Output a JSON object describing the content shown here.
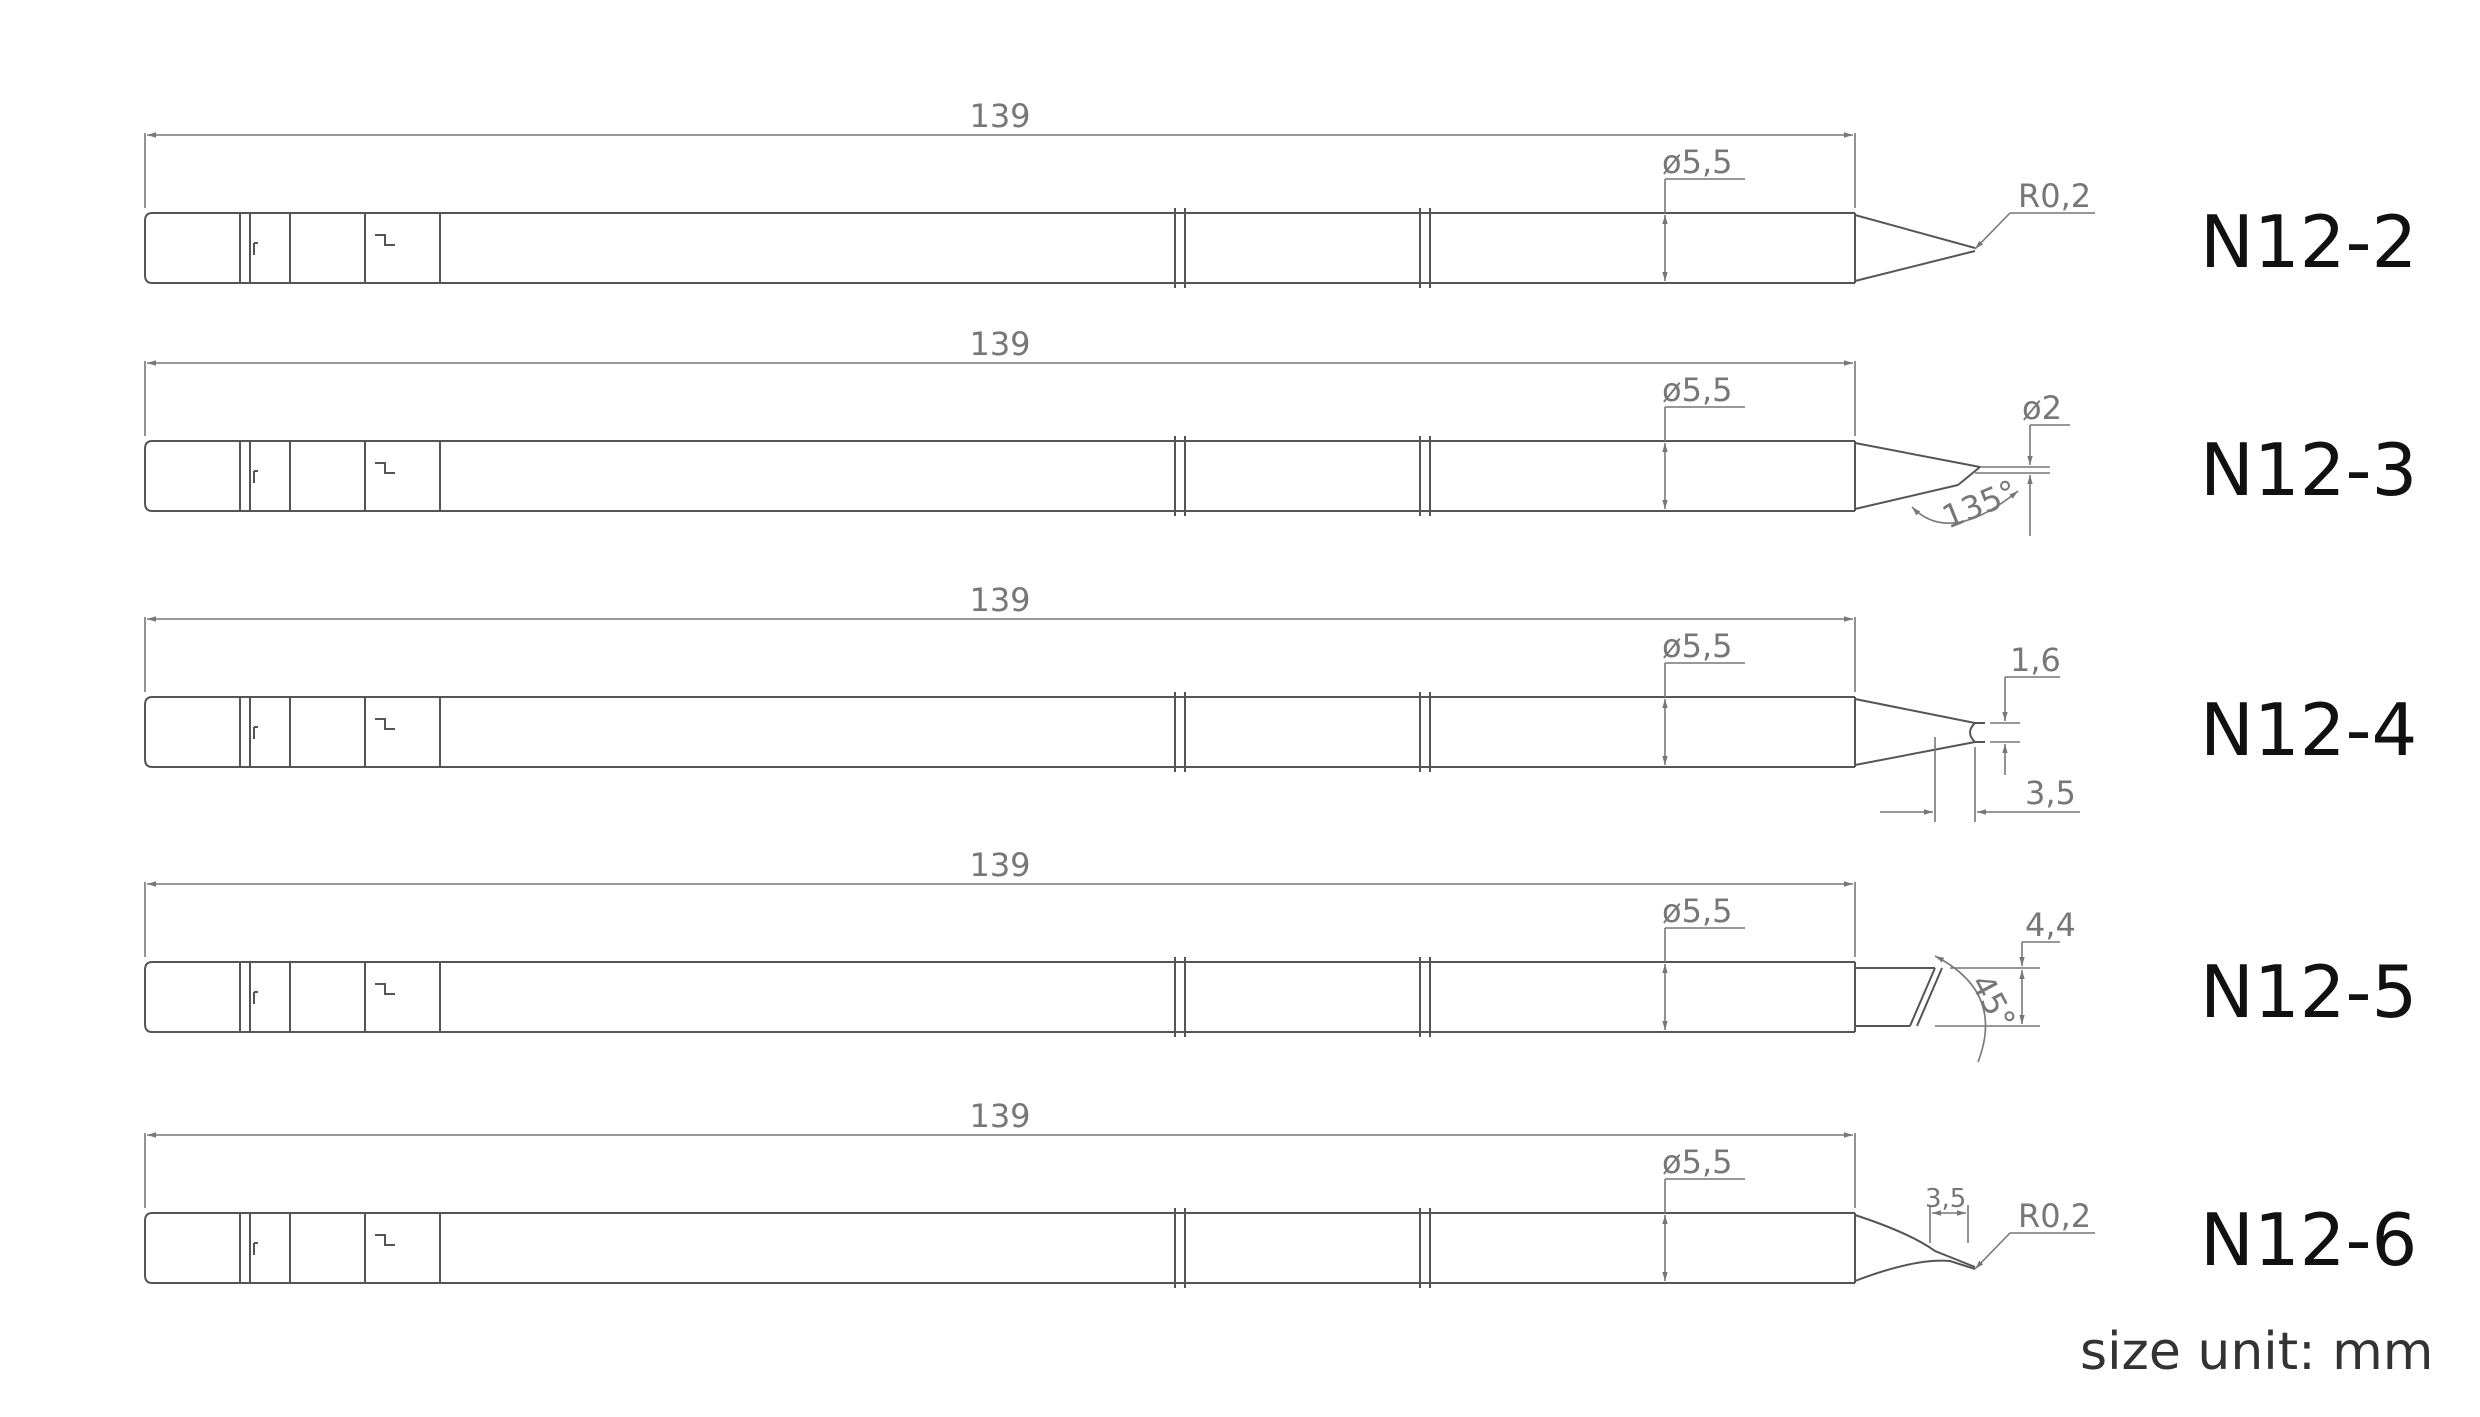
{
  "tips": [
    {
      "label": "N12-2",
      "length": "139",
      "diameter": "ø5,5",
      "tip": "conical",
      "tip_dims": [
        "R0,2"
      ]
    },
    {
      "label": "N12-3",
      "length": "139",
      "diameter": "ø5,5",
      "tip": "chisel-135",
      "tip_dims": [
        "ø2",
        "135°"
      ]
    },
    {
      "label": "N12-4",
      "length": "139",
      "diameter": "ø5,5",
      "tip": "chisel-flat",
      "tip_dims": [
        "1,6",
        "3,5"
      ]
    },
    {
      "label": "N12-5",
      "length": "139",
      "diameter": "ø5,5",
      "tip": "bevel-45",
      "tip_dims": [
        "4,4",
        "45°"
      ]
    },
    {
      "label": "N12-6",
      "length": "139",
      "diameter": "ø5,5",
      "tip": "bent-conical",
      "tip_dims": [
        "3,5",
        "R0,2"
      ]
    }
  ],
  "unit_note": "size unit: mm",
  "colors": {
    "line": "#555555",
    "dimension": "#777777",
    "label": "#111111"
  }
}
